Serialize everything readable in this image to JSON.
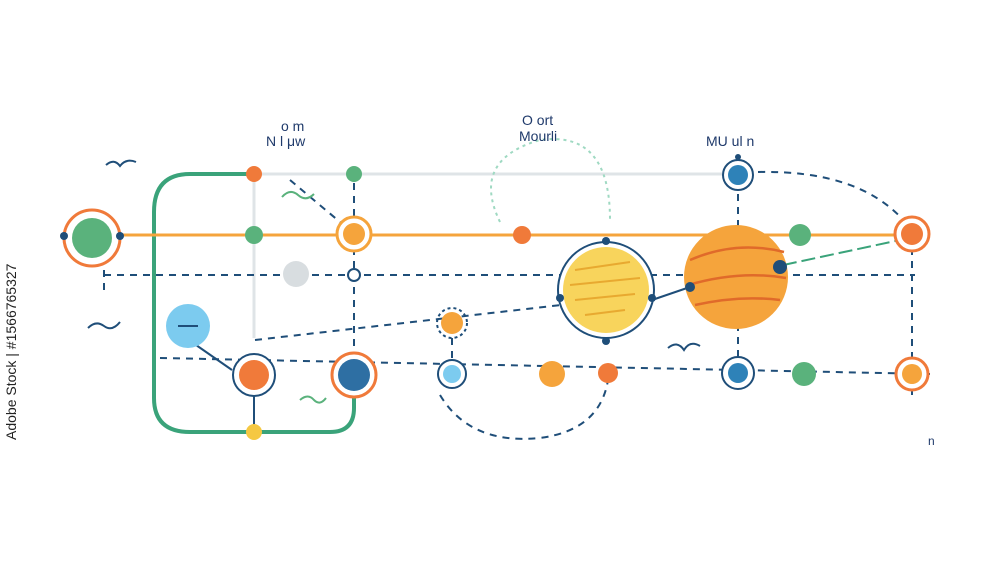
{
  "labels": {
    "left_top": "o  m",
    "left_bottom": "N  l  μw",
    "mid_top": "O  ort",
    "mid_bottom": "Mourli",
    "right": "MU  ul n",
    "corner": "n"
  },
  "watermark": "Adobe Stock | #1566765327",
  "colors": {
    "navy": "#1f4e79",
    "orange": "#f07a3a",
    "orange_light": "#f5a43c",
    "green": "#5ab27c",
    "teal_line": "#3aa37a",
    "yellow": "#f5c842",
    "blue": "#2e82b8",
    "light_blue": "#7ccbef",
    "gray": "#d8dde0"
  },
  "icons": [
    "wave-icon",
    "bird-icon"
  ]
}
